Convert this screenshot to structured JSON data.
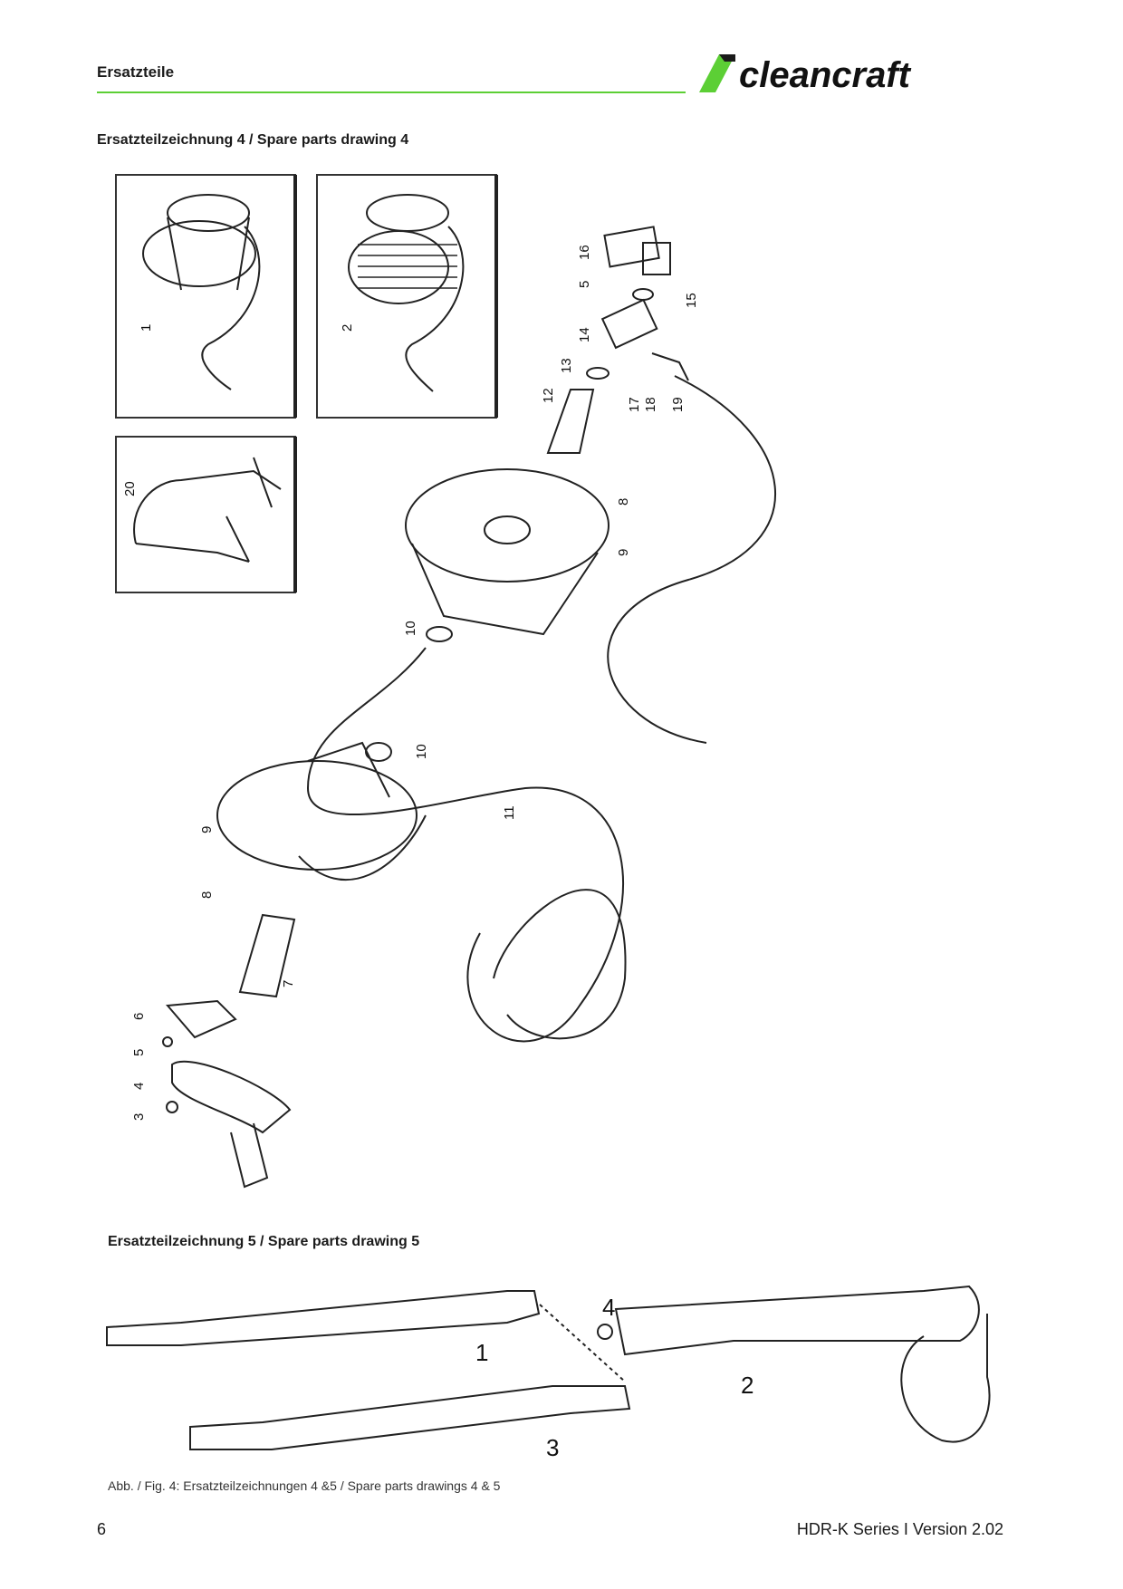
{
  "header": {
    "title": "Ersatzteile",
    "brand_logo": "cleancraft",
    "accent_color": "#5ccf35"
  },
  "drawing4": {
    "title": "Ersatzteilzeichnung 4 / Spare parts drawing 4",
    "labels": [
      "16",
      "5",
      "15",
      "14",
      "13",
      "12",
      "17",
      "18",
      "19",
      "8",
      "9",
      "10",
      "10",
      "11",
      "9",
      "8",
      "7",
      "6",
      "5",
      "4",
      "3",
      "1",
      "2",
      "20"
    ]
  },
  "drawing5": {
    "title": "Ersatzteilzeichnung 5 / Spare parts drawing 5",
    "labels": [
      "1",
      "2",
      "3",
      "4"
    ]
  },
  "caption": "Abb. / Fig. 4: Ersatzteilzeichnungen 4 &5 / Spare parts drawings 4 & 5",
  "footer": {
    "page_number": "6",
    "version": "HDR-K Series I Version 2.02"
  }
}
